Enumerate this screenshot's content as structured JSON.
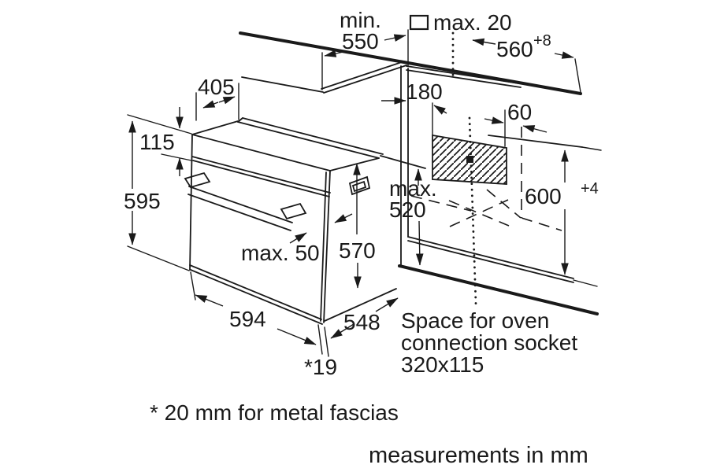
{
  "diagram": {
    "title_hidden": "",
    "units_note": "measurements in mm",
    "footnote": "* 20 mm for metal fascias",
    "socket_note": {
      "line1": "Space for oven",
      "line2": "connection socket",
      "line3": "320x115"
    },
    "colors": {
      "ink": "#1a1a1a",
      "background": "#ffffff"
    },
    "icons": {
      "wall_clearance_symbol": "square-outline-icon"
    },
    "dimensions": {
      "niche_depth_min": {
        "word": "min.",
        "value": "550"
      },
      "wall_clearance_max": {
        "label": "max. 20"
      },
      "niche_width": {
        "value": "560",
        "tolerance": "+8"
      },
      "oven_top_depth": {
        "value": "405"
      },
      "panel_height": {
        "value": "115"
      },
      "oven_height": {
        "value": "595"
      },
      "socket_offset": {
        "value": "180"
      },
      "socket_side_clearance": {
        "value": "60"
      },
      "niche_height": {
        "value": "600",
        "tolerance": "+4"
      },
      "inner_height_max": {
        "word": "max.",
        "value": "520"
      },
      "body_height": {
        "value": "570"
      },
      "handle_depth_max": {
        "label": "max. 50"
      },
      "oven_width": {
        "value": "594"
      },
      "oven_depth": {
        "value": "548"
      },
      "fascia_offset": {
        "value": "*19"
      }
    }
  }
}
